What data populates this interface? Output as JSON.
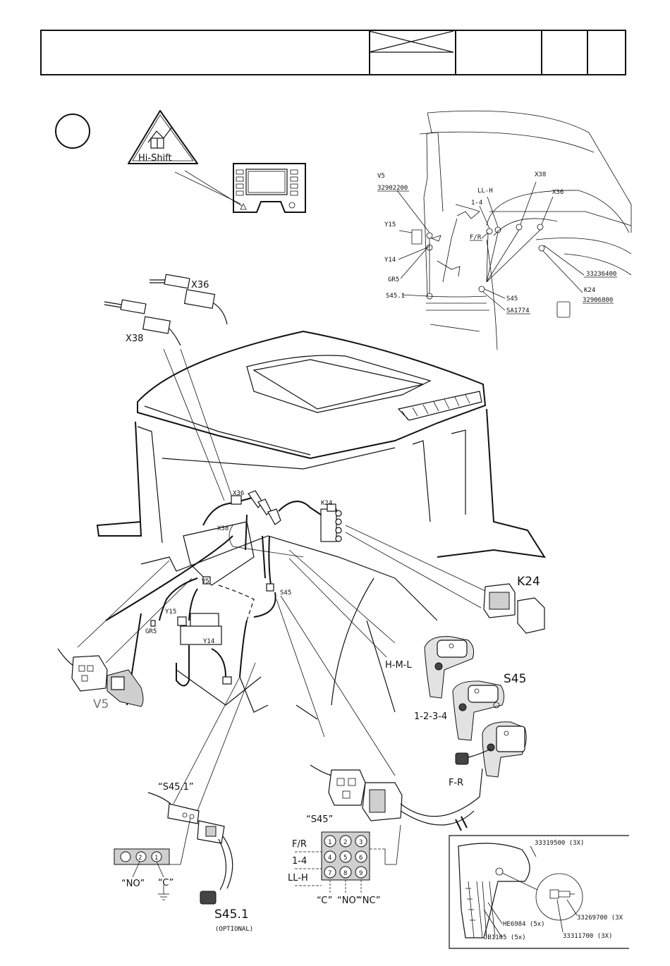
{
  "callouts": {
    "top_right": {
      "v5": "V5",
      "v5_part": "32902200",
      "y15": "Y15",
      "y14": "Y14",
      "gr5": "GR5",
      "s45_1": "S45.1",
      "ll_h": "LL-H",
      "one_four": "1-4",
      "f_r": "F/R",
      "x38": "X38",
      "x36": "X36",
      "part_33236400": "33236400",
      "k24": "K24",
      "part_32906800": "32906800",
      "s45": "S45",
      "sa1774": "SA1774"
    },
    "hi_shift": "Hi-Shift",
    "connector_x36": "X36",
    "connector_x38": "X38",
    "main": {
      "x36": "X36",
      "x38": "X38",
      "k24": "K24",
      "v5": "V5",
      "s45": "S45",
      "y15": "Y15",
      "y14": "Y14",
      "gr5": "GR5"
    },
    "relay_k24": "K24",
    "connector_v5": "V5",
    "lever": {
      "s45": "S45",
      "h_m_l": "H-M-L",
      "one_two_three_four": "1-2-3-4",
      "f_r": "F-R"
    },
    "s45_1_block": {
      "title": "“S45.1”",
      "pin2": "2",
      "pin1": "1",
      "no": "“NO”",
      "c": "“C”",
      "name": "S45.1",
      "optional": "(OPTIONAL)"
    },
    "s45_block": {
      "title": "“S45”",
      "row_fr": "F/R",
      "row_14": "1-4",
      "row_llh": "LL-H",
      "pins": [
        "1",
        "2",
        "3",
        "4",
        "5",
        "6",
        "7",
        "8",
        "9"
      ],
      "c": "“C”",
      "no": "“NO”",
      "nc": "“NC”"
    },
    "detail": {
      "part_33319500": "33319500 (3X)",
      "part_he6984": "HE6984 (5x)",
      "part_33269700": "33269700 (3X",
      "part_jb1105": "JB1105 (5x)",
      "part_33311700": "33311700 (3X)"
    }
  }
}
